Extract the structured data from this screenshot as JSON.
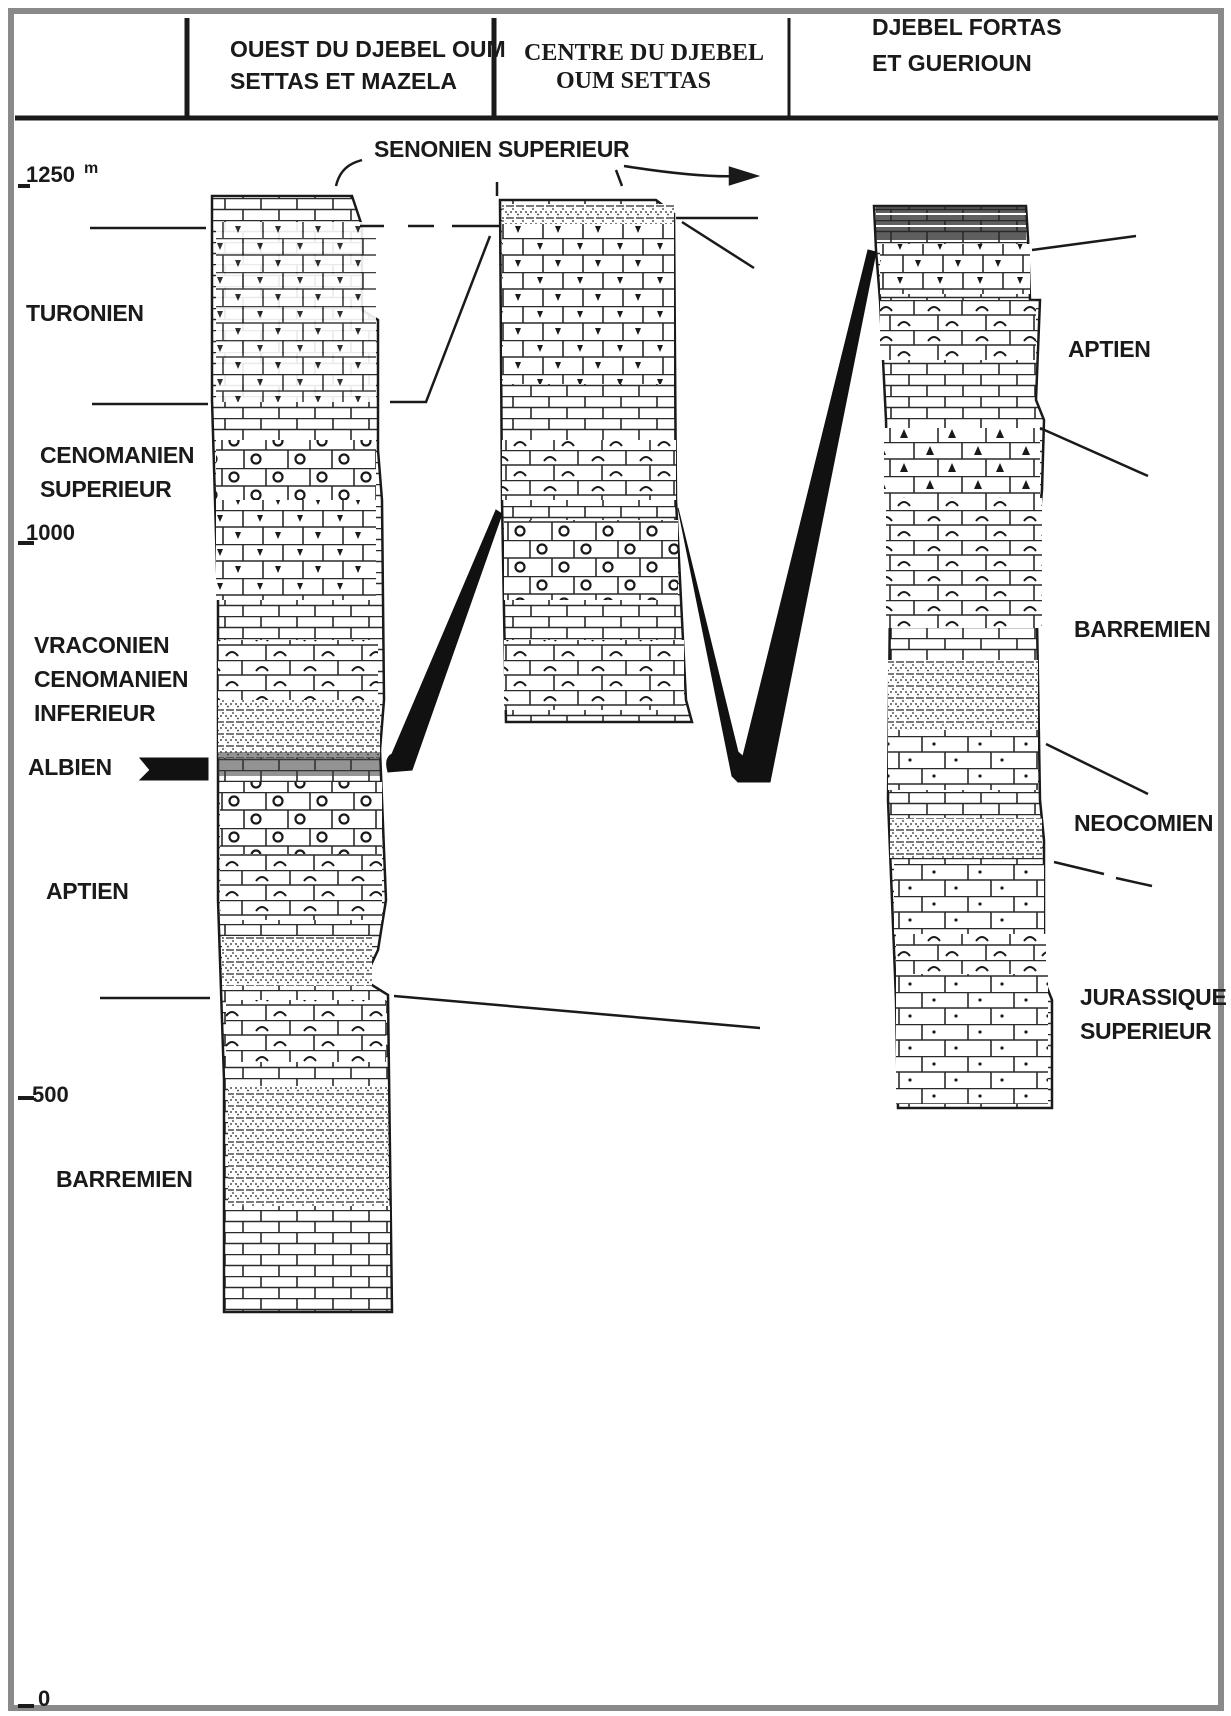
{
  "header": {
    "col1": [
      "OUEST DU DJEBEL OUM",
      "SETTAS ET MAZELA"
    ],
    "col2": [
      "CENTRE DU DJEBEL",
      "OUM SETTAS"
    ],
    "col3": [
      "DJEBEL FORTAS",
      "ET GUERIOUN"
    ]
  },
  "scale": {
    "unit": "m",
    "ticks": [
      "1250",
      "1000",
      "500",
      "0"
    ]
  },
  "left_labels": {
    "turonien": [
      "TURONIEN"
    ],
    "cenomanien_sup": [
      "CENOMANIEN",
      "SUPERIEUR"
    ],
    "vraconien": [
      "VRACONIEN",
      "CENOMANIEN",
      "INFERIEUR"
    ],
    "albien": [
      "ALBIEN"
    ],
    "aptien": [
      "APTIEN"
    ],
    "barremien": [
      "BARREMIEN"
    ]
  },
  "top_label": "SENONIEN SUPERIEUR",
  "right_labels": {
    "aptien": [
      "APTIEN"
    ],
    "barremien": [
      "BARREMIEN"
    ],
    "neocomien": [
      "NEOCOMIEN"
    ],
    "jurassique": [
      "JURASSIQUE",
      "SUPERIEUR"
    ]
  },
  "colors": {
    "ink": "#1a1a1a",
    "frame": "#8a8a8a",
    "background": "#ffffff"
  }
}
